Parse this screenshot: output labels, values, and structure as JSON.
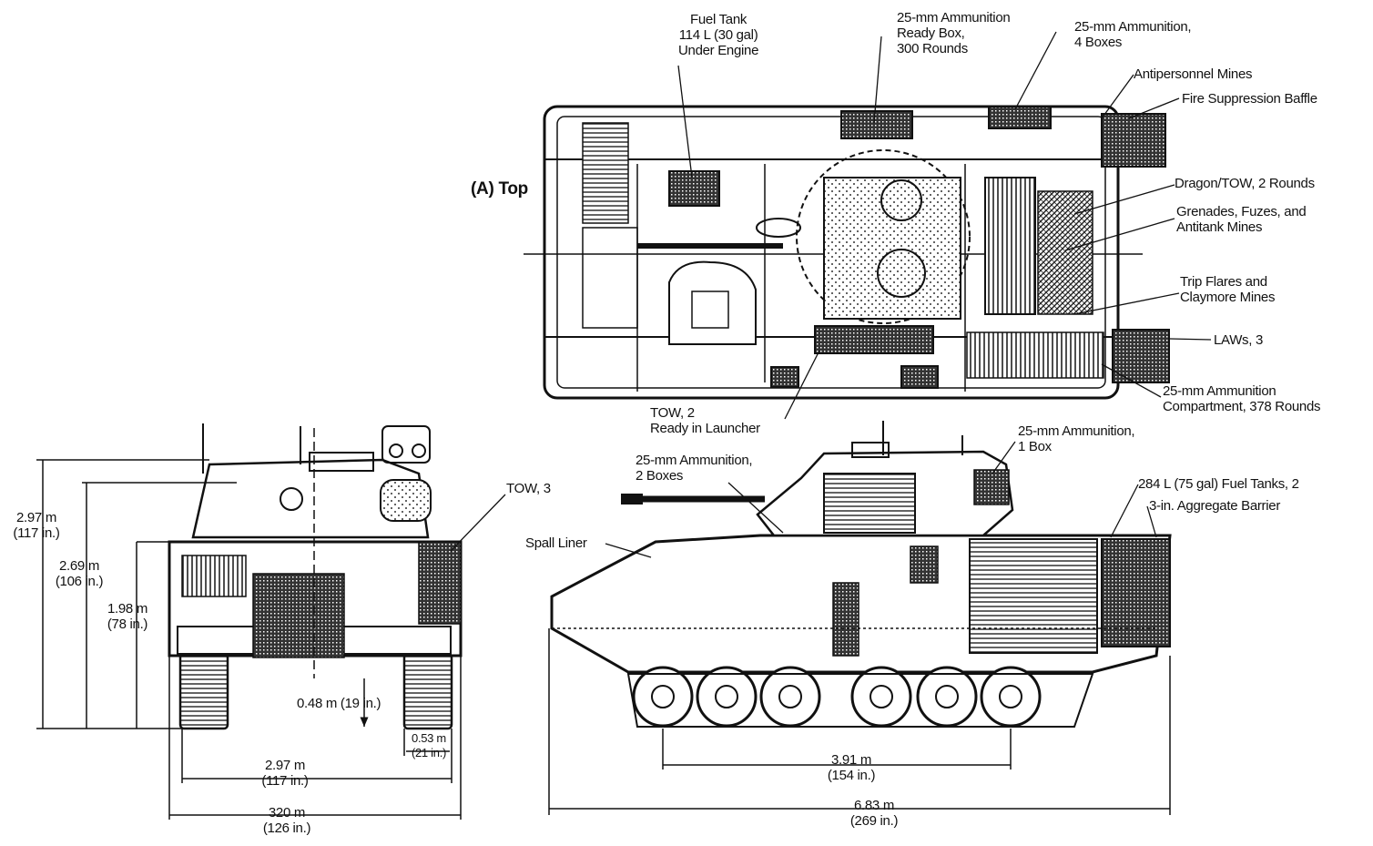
{
  "view_label": "(A) Top",
  "callouts": {
    "fuel_tank": [
      "Fuel Tank",
      "114 L (30 gal)",
      "Under Engine"
    ],
    "ready_box": [
      "25-mm Ammunition",
      "Ready Box,",
      "300 Rounds"
    ],
    "ammo_4_boxes": [
      "25-mm Ammunition,",
      "4 Boxes"
    ],
    "antipersonnel": "Antipersonnel Mines",
    "fire_baffle": "Fire Suppression Baffle",
    "dragon_tow": "Dragon/TOW, 2 Rounds",
    "grenades": [
      "Grenades, Fuzes, and",
      "Antitank Mines"
    ],
    "trip_flares": [
      "Trip Flares and",
      "Claymore Mines"
    ],
    "laws": "LAWs, 3",
    "ammo_compartment": [
      "25-mm Ammunition",
      "Compartment, 378 Rounds"
    ],
    "tow_launcher": [
      "TOW, 2",
      "Ready in Launcher"
    ],
    "ammo_1_box": [
      "25-mm Ammunition,",
      "1 Box"
    ],
    "ammo_2_boxes": [
      "25-mm Ammunition,",
      "2 Boxes"
    ],
    "fuel_tanks_rear": "284 L (75 gal) Fuel Tanks, 2",
    "aggregate_barrier": "3-in. Aggregate Barrier",
    "spall_liner": "Spall Liner",
    "tow_3": "TOW, 3"
  },
  "dimensions": {
    "overall_height": [
      "2.97 m",
      "(117 in.)"
    ],
    "turret_height": [
      "2.69 m",
      "(106 in.)"
    ],
    "hull_height": [
      "1.98 m",
      "(78 in.)"
    ],
    "ground_clearance": [
      "0.48 m (19 in.)"
    ],
    "track_width": [
      "0.53 m",
      "(21 in.)"
    ],
    "track_span": [
      "2.97 m",
      "(117 in.)"
    ],
    "overall_width": [
      "320 m",
      "(126 in.)"
    ],
    "wheelbase": [
      "3.91 m",
      "(154 in.)"
    ],
    "overall_length": [
      "6.83 m",
      "(269 in.)"
    ]
  }
}
